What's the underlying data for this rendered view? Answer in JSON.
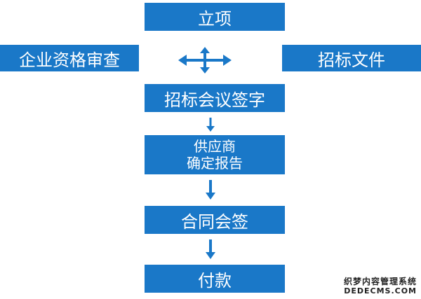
{
  "nodes": {
    "lixiang": "立项",
    "qiye_zige_shencha": "企业资格审查",
    "zhaobiao_wenjian": "招标文件",
    "zhaobiao_huiyi_qianzi": "招标会议签字",
    "gongyingshang_line1": "供应商",
    "gongyingshang_line2": "确定报告",
    "hetong_huiqian": "合同会签",
    "fukuan": "付款"
  },
  "colors": {
    "box_fill": "#1a78c8",
    "arrow": "#1a78c8",
    "box_text": "#ffffff"
  },
  "watermark": {
    "line1": "织梦内容管理系统",
    "line2": "DEDECMS.COM"
  }
}
